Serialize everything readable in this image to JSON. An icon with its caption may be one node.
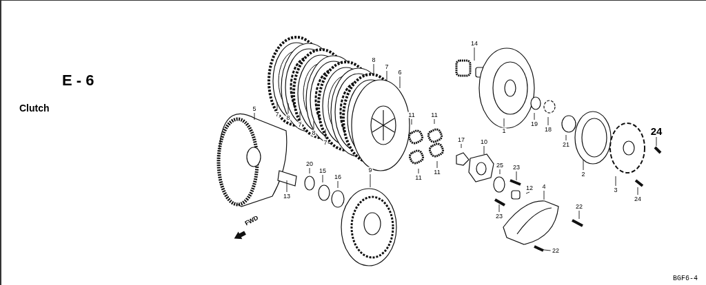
{
  "diagram": {
    "title": "E - 6",
    "nodes": [
      {
        "text": [
          "14"
        ]
      },
      {
        "text": [
          "8"
        ]
      },
      {
        "text": [
          "7"
        ]
      },
      {
        "text": [
          "6"
        ]
      },
      {
        "text": [
          "5"
        ]
      },
      {
        "text": [
          "7"
        ]
      },
      {
        "text": [
          "11"
        ]
      },
      {
        "text": [
          "11"
        ]
      },
      {
        "text": [
          "8"
        ]
      },
      {
        "text": [
          "7"
        ]
      },
      {
        "text": [
          "19"
        ]
      },
      {
        "text": [
          "8"
        ]
      },
      {
        "text": [
          "18"
        ]
      },
      {
        "text": [
          "1"
        ]
      },
      {
        "text": [
          "24"
        ]
      },
      {
        "text": [
          "7"
        ]
      },
      {
        "text": [
          "10"
        ]
      },
      {
        "text": [
          "17"
        ]
      },
      {
        "text": [
          "21"
        ]
      },
      {
        "text": [
          "20"
        ]
      },
      {
        "text": [
          "25"
        ]
      },
      {
        "text": [
          "23"
        ]
      },
      {
        "text": [
          "11"
        ]
      },
      {
        "text": [
          "15"
        ]
      },
      {
        "text": [
          "9"
        ]
      },
      {
        "text": [
          "2"
        ]
      },
      {
        "text": [
          "11"
        ]
      },
      {
        "text": [
          "16"
        ]
      },
      {
        "text": [
          "4"
        ]
      },
      {
        "text": [
          "3"
        ]
      },
      {
        "text": [
          "12"
        ]
      },
      {
        "text": [
          "13"
        ]
      },
      {
        "text": [
          "24"
        ]
      },
      {
        "text": [
          "22"
        ]
      },
      {
        "text": [
          "23"
        ]
      },
      {
        "text": [
          "22"
        ]
      }
    ],
    "edges": [
      {
        "from": 0,
        "to": null,
        "arrow": "none"
      },
      {
        "from": 1,
        "to": null,
        "arrow": "none"
      },
      {
        "from": 2,
        "to": null,
        "arrow": "none"
      },
      {
        "from": 3,
        "to": null,
        "arrow": "none"
      },
      {
        "from": 4,
        "to": null,
        "arrow": "none"
      },
      {
        "from": 5,
        "to": null,
        "arrow": "none"
      },
      {
        "from": 6,
        "to": null,
        "arrow": "none"
      },
      {
        "from": 7,
        "to": null,
        "arrow": "none"
      },
      {
        "from": 8,
        "to": null,
        "arrow": "none"
      },
      {
        "from": 9,
        "to": null,
        "arrow": "none"
      },
      {
        "from": 10,
        "to": null,
        "arrow": "none"
      },
      {
        "from": 11,
        "to": null,
        "arrow": "none"
      },
      {
        "from": 12,
        "to": null,
        "arrow": "none"
      },
      {
        "from": 13,
        "to": null,
        "arrow": "none"
      },
      {
        "from": 14,
        "to": null,
        "arrow": "none"
      },
      {
        "from": 15,
        "to": null,
        "arrow": "none"
      },
      {
        "from": 16,
        "to": null,
        "arrow": "none"
      },
      {
        "from": 17,
        "to": null,
        "arrow": "none"
      },
      {
        "from": 18,
        "to": null,
        "arrow": "none"
      },
      {
        "from": 19,
        "to": null,
        "arrow": "none"
      },
      {
        "from": 20,
        "to": null,
        "arrow": "none"
      },
      {
        "from": 21,
        "to": null,
        "arrow": "none"
      },
      {
        "from": 22,
        "to": null,
        "arrow": "none"
      },
      {
        "from": 23,
        "to": null,
        "arrow": "none"
      },
      {
        "from": 24,
        "to": null,
        "arrow": "none"
      },
      {
        "from": 25,
        "to": null,
        "arrow": "none"
      },
      {
        "from": 26,
        "to": null,
        "arrow": "none"
      },
      {
        "from": 27,
        "to": null,
        "arrow": "none"
      },
      {
        "from": 28,
        "to": null,
        "arrow": "none"
      },
      {
        "from": 29,
        "to": null,
        "arrow": "none"
      },
      {
        "from": 30,
        "to": null,
        "arrow": "none"
      },
      {
        "from": 31,
        "to": null,
        "arrow": "none"
      },
      {
        "from": 32,
        "to": null,
        "arrow": "none"
      },
      {
        "from": 33,
        "to": null,
        "arrow": "none"
      },
      {
        "from": 34,
        "to": null,
        "arrow": "none"
      },
      {
        "from": 35,
        "to": null,
        "arrow": "none"
      }
    ],
    "labels": [
      "Clutch",
      "FWD",
      "BGF6-4"
    ]
  }
}
